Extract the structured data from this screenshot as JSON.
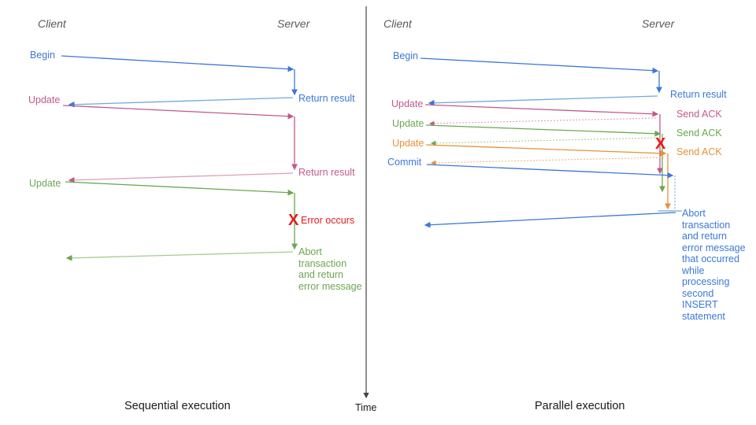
{
  "diagram": {
    "title_left": "Sequential execution",
    "title_right": "Parallel execution",
    "time_axis_label": "Time",
    "colors": {
      "blue": "#3c78d8",
      "blue_light": "#6fa8dc",
      "pink": "#c2598a",
      "pink_light": "#d9a0bd",
      "green": "#6aa84f",
      "green_light": "#a5ce92",
      "orange": "#e69138",
      "orange_light": "#f2b77a",
      "red": "#e8191b",
      "header_gray": "#595959",
      "axis_gray": "#444444",
      "caption_black": "#1a1a1a"
    }
  },
  "left_panel": {
    "header_client": "Client",
    "header_server": "Server",
    "caption": "Sequential execution",
    "client_labels": [
      {
        "text": "Begin",
        "color": "blue"
      },
      {
        "text": "Update",
        "color": "pink"
      },
      {
        "text": "Update",
        "color": "green"
      }
    ],
    "server_labels": [
      {
        "text": "Return result",
        "color": "blue"
      },
      {
        "text": "Return result",
        "color": "pink"
      },
      {
        "text": "Error occurs",
        "color": "red"
      },
      {
        "text": "Abort\ntransaction\nand return\nerror message",
        "color": "green"
      }
    ],
    "error_marker": "X"
  },
  "right_panel": {
    "header_client": "Client",
    "header_server": "Server",
    "caption": "Parallel execution",
    "client_labels": [
      {
        "text": "Begin",
        "color": "blue"
      },
      {
        "text": "Update",
        "color": "pink"
      },
      {
        "text": "Update",
        "color": "green"
      },
      {
        "text": "Update",
        "color": "orange"
      },
      {
        "text": "Commit",
        "color": "blue"
      }
    ],
    "server_labels": [
      {
        "text": "Return result",
        "color": "blue"
      },
      {
        "text": "Send ACK",
        "color": "pink"
      },
      {
        "text": "Send ACK",
        "color": "green"
      },
      {
        "text": "Send ACK",
        "color": "orange"
      },
      {
        "text": "Abort\ntransaction\nand return\nerror message\nthat occurred\nwhile\nprocessing\nsecond\nINSERT\nstatement",
        "color": "blue"
      }
    ],
    "error_marker": "X"
  }
}
